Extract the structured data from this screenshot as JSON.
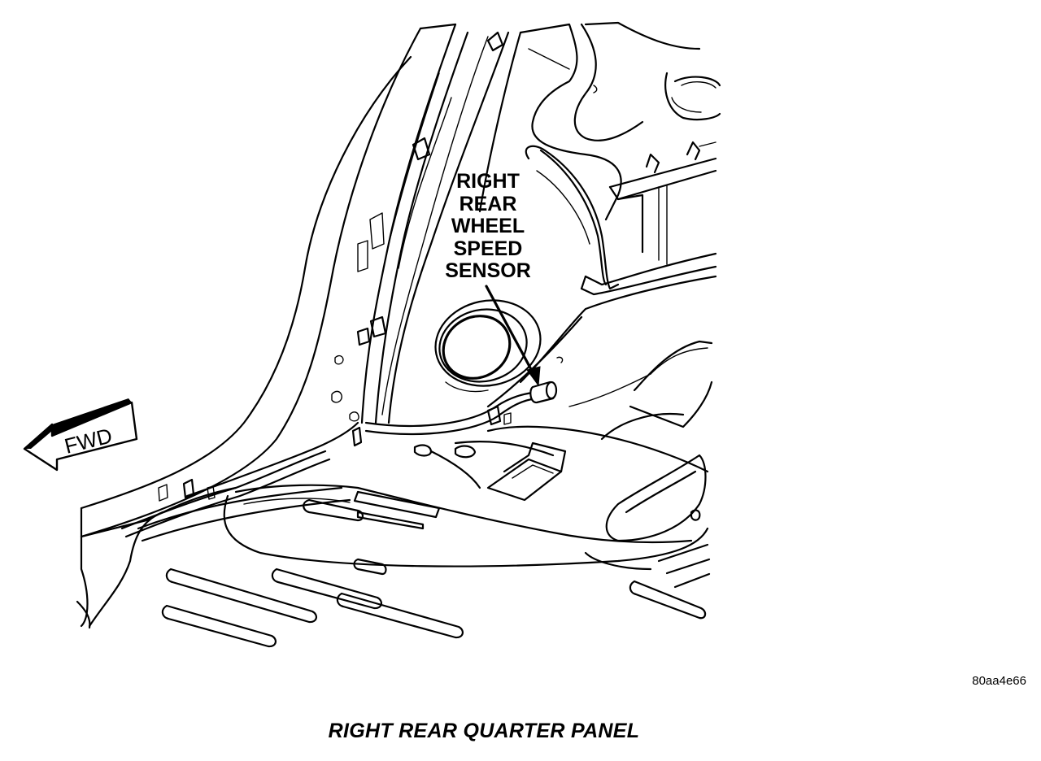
{
  "callout": {
    "lines": [
      "RIGHT",
      "REAR",
      "WHEEL",
      "SPEED",
      "SENSOR"
    ]
  },
  "direction_arrow": {
    "label": "FWD"
  },
  "figure_id": "80aa4e66",
  "caption": "RIGHT REAR QUARTER PANEL",
  "colors": {
    "line": "#000000",
    "background": "#ffffff"
  }
}
